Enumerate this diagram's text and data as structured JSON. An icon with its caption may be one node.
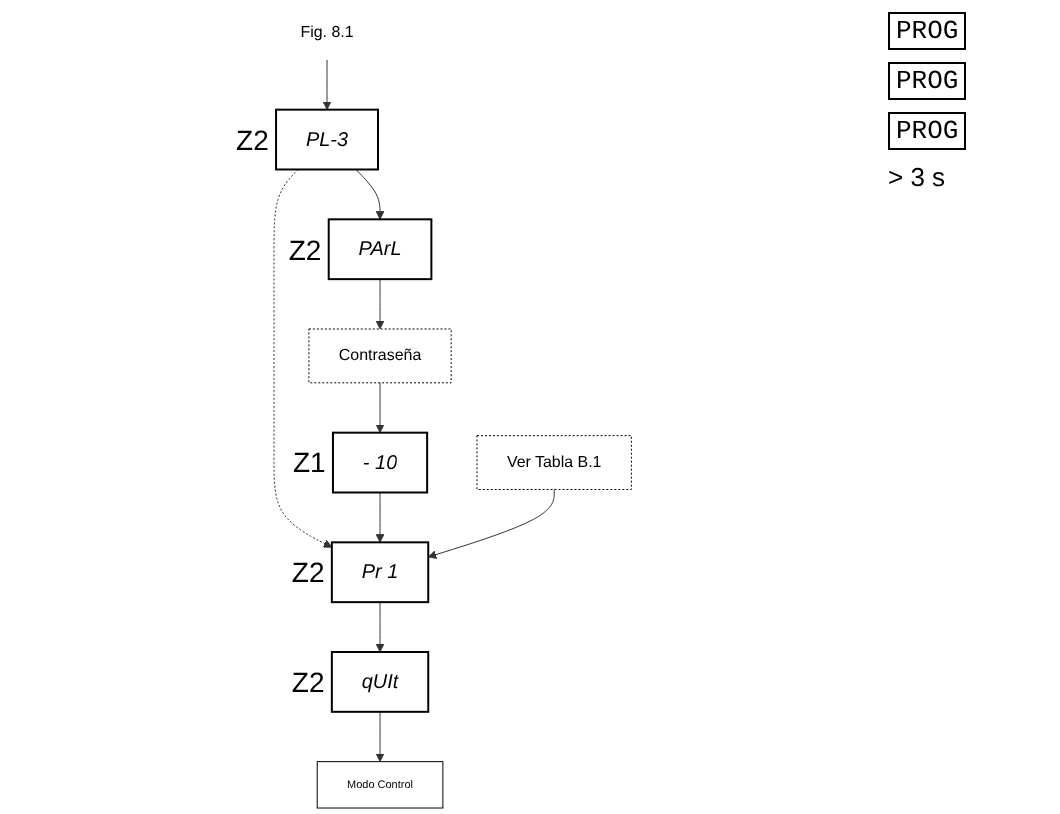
{
  "diagram": {
    "nodes": [
      {
        "text": [
          "Fig. 8.1"
        ]
      },
      {
        "text": [
          "PL-3"
        ],
        "beside": [
          "Z2"
        ]
      },
      {
        "text": [
          "PArL"
        ],
        "beside": [
          "Z2"
        ]
      },
      {
        "text": [
          "Contraseña"
        ]
      },
      {
        "text": [
          "- 10"
        ],
        "beside": [
          "Z1"
        ]
      },
      {
        "text": [
          "Pr 1"
        ],
        "beside": [
          "Z2"
        ]
      },
      {
        "text": [
          "Ver Tabla B.1"
        ]
      },
      {
        "text": [
          "qUIt"
        ],
        "beside": [
          "Z2"
        ]
      },
      {
        "text": [
          "Modo Control"
        ]
      }
    ],
    "edges": [
      {
        "from": 0,
        "to": 1,
        "arrow": "to"
      },
      {
        "from": 1,
        "to": 2,
        "arrow": "to"
      },
      {
        "from": 1,
        "to": 5,
        "arrow": "to",
        "style": "dashed"
      },
      {
        "from": 2,
        "to": 3,
        "arrow": "to"
      },
      {
        "from": 3,
        "to": 4,
        "arrow": "to"
      },
      {
        "from": 4,
        "to": 5,
        "arrow": "to"
      },
      {
        "from": 6,
        "to": 5,
        "arrow": "to"
      },
      {
        "from": 5,
        "to": 7,
        "arrow": "to"
      },
      {
        "from": 7,
        "to": 8,
        "arrow": "to"
      }
    ],
    "labels": [
      "PROG",
      "PROG",
      "PROG",
      "> 3 s"
    ]
  }
}
